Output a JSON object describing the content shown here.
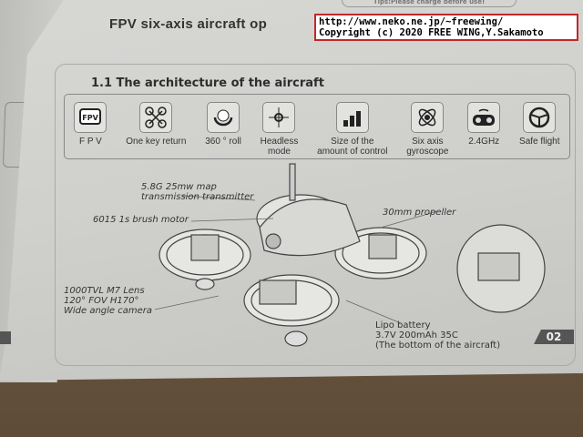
{
  "header": {
    "title": "FPV six-axis aircraft op",
    "tips": "Tips:Please charge before use!"
  },
  "section": {
    "title": "1.1 The architecture of the aircraft"
  },
  "features": [
    {
      "icon": "fpv-screen-icon",
      "label": "F P V"
    },
    {
      "icon": "quadcopter-return-icon",
      "label": "One key return"
    },
    {
      "icon": "roll-360-icon",
      "label": "360 °   roll"
    },
    {
      "icon": "compass-headless-icon",
      "label": "Headless",
      "label2": "mode"
    },
    {
      "icon": "bar-levels-icon",
      "label": "Size of the",
      "label2": "amount of control"
    },
    {
      "icon": "gyroscope-icon",
      "label": "Six axis",
      "label2": "gyroscope"
    },
    {
      "icon": "remote-controller-icon",
      "label": "2.4GHz"
    },
    {
      "icon": "steering-wheel-icon",
      "label": "Safe flight"
    }
  ],
  "callouts": {
    "transmitter": [
      "5.8G 25mw map",
      "transmission transmitter"
    ],
    "motor": "6015 1s brush motor",
    "propeller": "30mm propeller",
    "camera": [
      "1000TVL M7 Lens",
      "120° FOV H170°",
      "Wide angle camera"
    ],
    "battery": [
      "Lipo battery",
      "3.7V 200mAh 35C",
      "(The bottom of the aircraft)"
    ]
  },
  "page_number": "02",
  "watermark": {
    "line1": "http://www.neko.ne.jp/~freewing/",
    "line2": "Copyright (c) 2020 FREE WING,Y.Sakamoto"
  }
}
